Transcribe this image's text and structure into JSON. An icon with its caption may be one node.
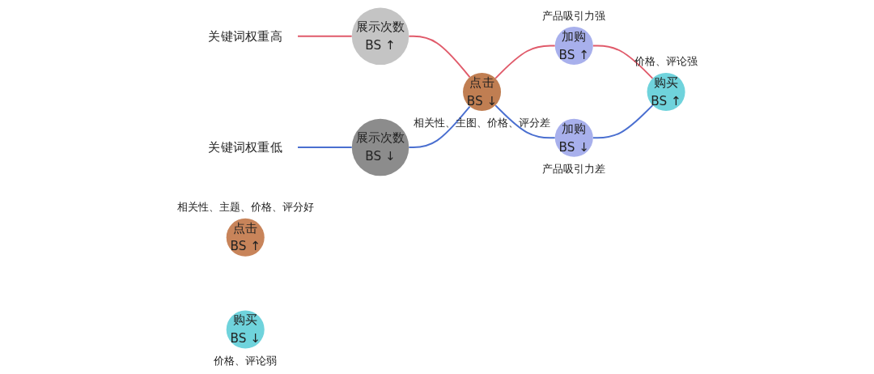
{
  "diagram": {
    "nodes": [
      {
        "text": [
          "关键词权重高"
        ]
      },
      {
        "text": [
          "关键词权重低"
        ]
      },
      {
        "text": [
          "展示次数",
          "BS ↑"
        ]
      },
      {
        "text": [
          "展示次数",
          "BS ↓"
        ]
      },
      {
        "text": [
          "点击",
          "BS ↑"
        ],
        "beside": [
          "相关性、主题、价格、评分好"
        ]
      },
      {
        "text": [
          "点击",
          "BS ↓"
        ],
        "beside": [
          "相关性、主图、价格、评分差"
        ]
      },
      {
        "text": [
          "加购",
          "BS ↑"
        ],
        "beside": [
          "产品吸引力强"
        ]
      },
      {
        "text": [
          "加购",
          "BS ↓"
        ],
        "beside": [
          "产品吸引力差"
        ]
      },
      {
        "text": [
          "购买",
          "BS ↑"
        ],
        "beside": [
          "价格、评论强"
        ]
      },
      {
        "text": [
          "购买",
          "BS ↓"
        ],
        "beside": [
          "价格、评论弱"
        ]
      }
    ],
    "edges": [
      {
        "from": 0,
        "to": 2,
        "arrow": "none",
        "color": "#e05a6a"
      },
      {
        "from": 2,
        "to": 5,
        "arrow": "none",
        "color": "#e05a6a"
      },
      {
        "from": 5,
        "to": 6,
        "arrow": "none",
        "color": "#e05a6a"
      },
      {
        "from": 6,
        "to": 8,
        "arrow": "none",
        "color": "#e05a6a"
      },
      {
        "from": 1,
        "to": 3,
        "arrow": "none",
        "color": "#4a6fd0"
      },
      {
        "from": 3,
        "to": 5,
        "arrow": "none",
        "color": "#4a6fd0"
      },
      {
        "from": 5,
        "to": 7,
        "arrow": "none",
        "color": "#4a6fd0"
      },
      {
        "from": 7,
        "to": 8,
        "arrow": "none",
        "color": "#4a6fd0"
      }
    ]
  }
}
